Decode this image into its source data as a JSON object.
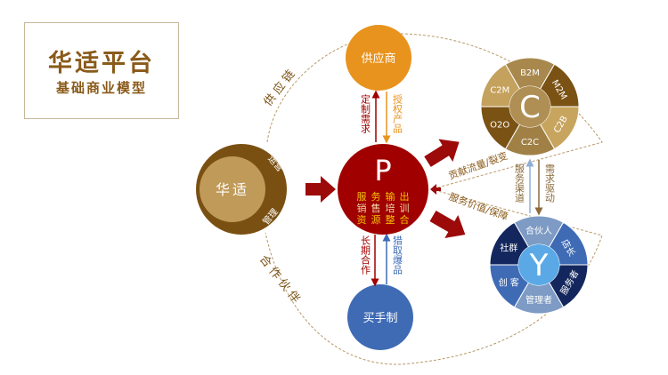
{
  "title": {
    "main": "华适平台",
    "sub": "基础商业模型"
  },
  "huashi": {
    "label": "华适",
    "ring_top": "运营",
    "ring_bottom": "管理"
  },
  "supplier": {
    "label": "供应商"
  },
  "buyer": {
    "label": "买手制"
  },
  "platform": {
    "letter": "P",
    "rows": [
      [
        "服",
        "务",
        "输",
        "出"
      ],
      [
        "销",
        "售",
        "培",
        "训"
      ],
      [
        "资",
        "源",
        "整",
        "合"
      ]
    ]
  },
  "arc_labels": {
    "supply_chain": "供应链",
    "partners": "合作伙伴"
  },
  "flows": {
    "custom_demand": "定制需求",
    "licensed_products": "授权产品",
    "long_term_coop": "长期合作",
    "hot_products": "猎取爆品",
    "traffic": "贡献流量/裂变",
    "service_value": "服务价值/保障",
    "service_channel": "服务渠道",
    "demand_driven": "需求驱动"
  },
  "c_wheel": {
    "letter": "C",
    "segments": [
      {
        "label": "B2M",
        "color": "#a8884d"
      },
      {
        "label": "M2M",
        "color": "#7a5214"
      },
      {
        "label": "C2B",
        "color": "#c8a55e"
      },
      {
        "label": "C2C",
        "color": "#a08045"
      },
      {
        "label": "O2O",
        "color": "#7a5214"
      },
      {
        "label": "C2M",
        "color": "#c4a15c"
      }
    ],
    "center_color": "#b08f55"
  },
  "y_wheel": {
    "letter": "Y",
    "segments": [
      {
        "label": "合伙人",
        "color": "#7d9bc4"
      },
      {
        "label": "店长",
        "color": "#3f6bb5"
      },
      {
        "label": "服务者",
        "color": "#13275e"
      },
      {
        "label": "管理者",
        "color": "#7d9bc4"
      },
      {
        "label": "创 客",
        "color": "#3f6bb5"
      },
      {
        "label": "社群",
        "color": "#13275e"
      }
    ],
    "center_color": "#5aa9e6"
  }
}
